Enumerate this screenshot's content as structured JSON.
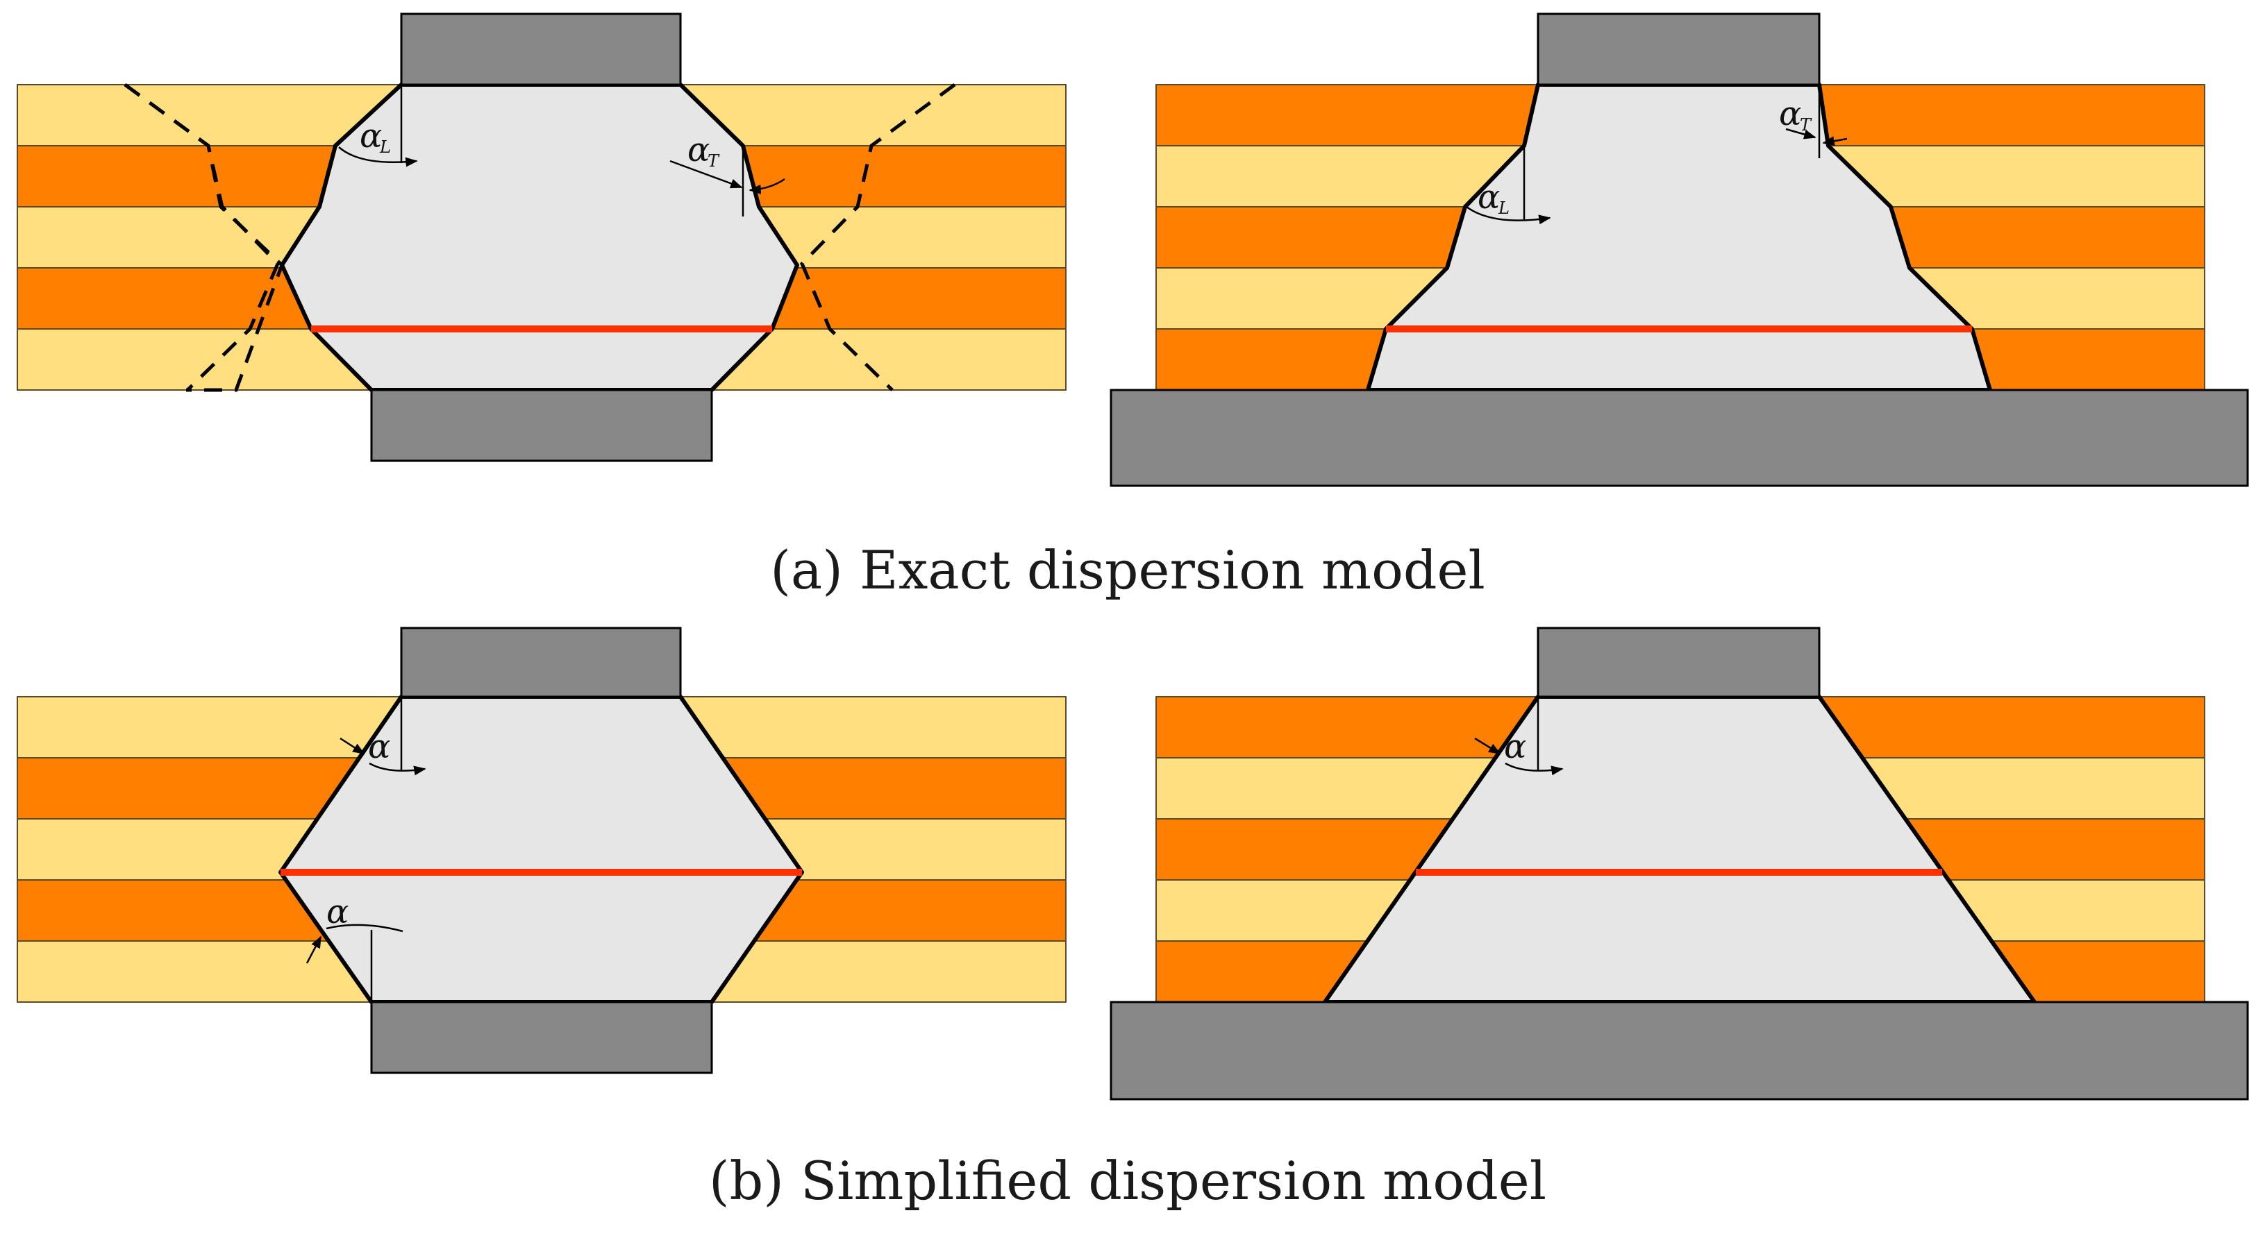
{
  "captions": {
    "exact": "(a) Exact dispersion model",
    "simplified": "(b) Simplified dispersion model"
  },
  "angle_labels": {
    "alpha": "α",
    "sub_L": "L",
    "sub_T": "T"
  },
  "colors": {
    "layer_light": "#FFDF80",
    "layer_dark": "#FF8000",
    "layer_border": "#5a4a2a",
    "region": "#E6E6E6",
    "plate": "#888888",
    "outline": "#000000",
    "critical_line": "#FF3000"
  }
}
